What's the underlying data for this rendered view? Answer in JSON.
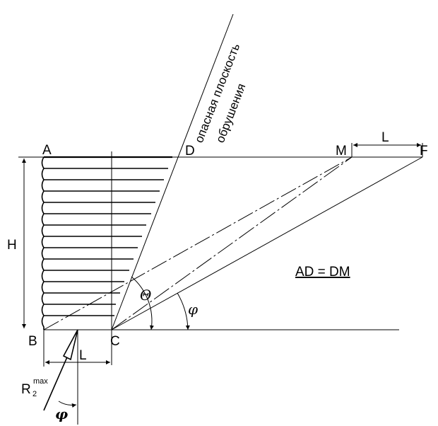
{
  "points": {
    "A": "A",
    "B": "B",
    "C": "C",
    "D": "D",
    "M": "M",
    "F": "F"
  },
  "dimensions": {
    "height": "H",
    "length_top": "L",
    "length_bottom": "L"
  },
  "angles": {
    "theta": "Θ",
    "phi": "φ",
    "phi_force": "φ"
  },
  "force": {
    "main": "R",
    "subscript": "2",
    "superscript": "max"
  },
  "equation": "AD = DM",
  "plane_label": {
    "line1": "опасная плоскость",
    "line2": "обрушения"
  },
  "colors": {
    "ink": "#000000",
    "background": "#ffffff"
  }
}
